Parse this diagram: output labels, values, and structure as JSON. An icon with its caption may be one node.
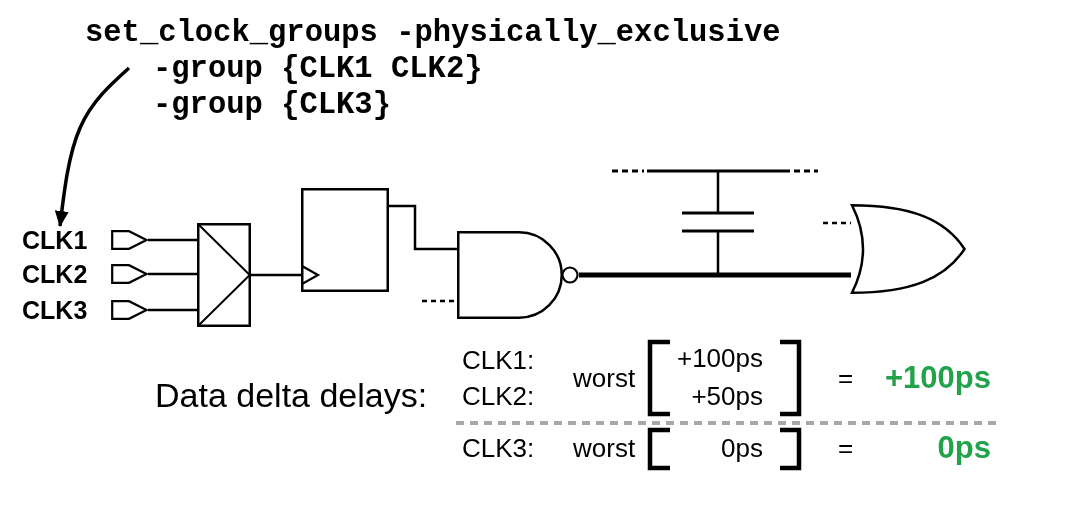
{
  "diagram": {
    "nodes": [
      {
        "text": [
          "set_clock_groups -physically_exclusive -group {CLK1 CLK2} -group {CLK3}"
        ]
      },
      {
        "text": [
          "CLK1"
        ]
      },
      {
        "text": [
          "CLK2"
        ]
      },
      {
        "text": [
          "CLK3"
        ]
      },
      {
        "text": [],
        "shape": "mux"
      },
      {
        "text": [],
        "shape": "box"
      },
      {
        "text": [],
        "shape": "gate"
      },
      {
        "text": [],
        "shape": "capacitor"
      },
      {
        "text": [],
        "shape": "gate"
      }
    ],
    "edges": [
      {
        "from": 0,
        "to": 1,
        "arrow": "to"
      },
      {
        "from": 1,
        "to": 4,
        "arrow": "none"
      },
      {
        "from": 2,
        "to": 4,
        "arrow": "none"
      },
      {
        "from": 3,
        "to": 4,
        "arrow": "none"
      },
      {
        "from": 4,
        "to": 5,
        "arrow": "to"
      },
      {
        "from": 5,
        "to": 6,
        "arrow": "none"
      },
      {
        "from": 6,
        "to": 8,
        "arrow": "none",
        "style": "thick"
      },
      {
        "from": 6,
        "to": 7,
        "arrow": "none"
      },
      {
        "from": null,
        "to": 6,
        "arrow": "none",
        "style": "dashed"
      },
      {
        "from": null,
        "to": 8,
        "arrow": "none",
        "style": "dashed"
      }
    ],
    "labels": [
      "Data delta delays:",
      "CLK1:",
      "CLK2:",
      "worst",
      "+100ps",
      "+50ps",
      "=",
      "+100ps",
      "CLK3:",
      "worst",
      "0ps",
      "=",
      "0ps"
    ]
  }
}
